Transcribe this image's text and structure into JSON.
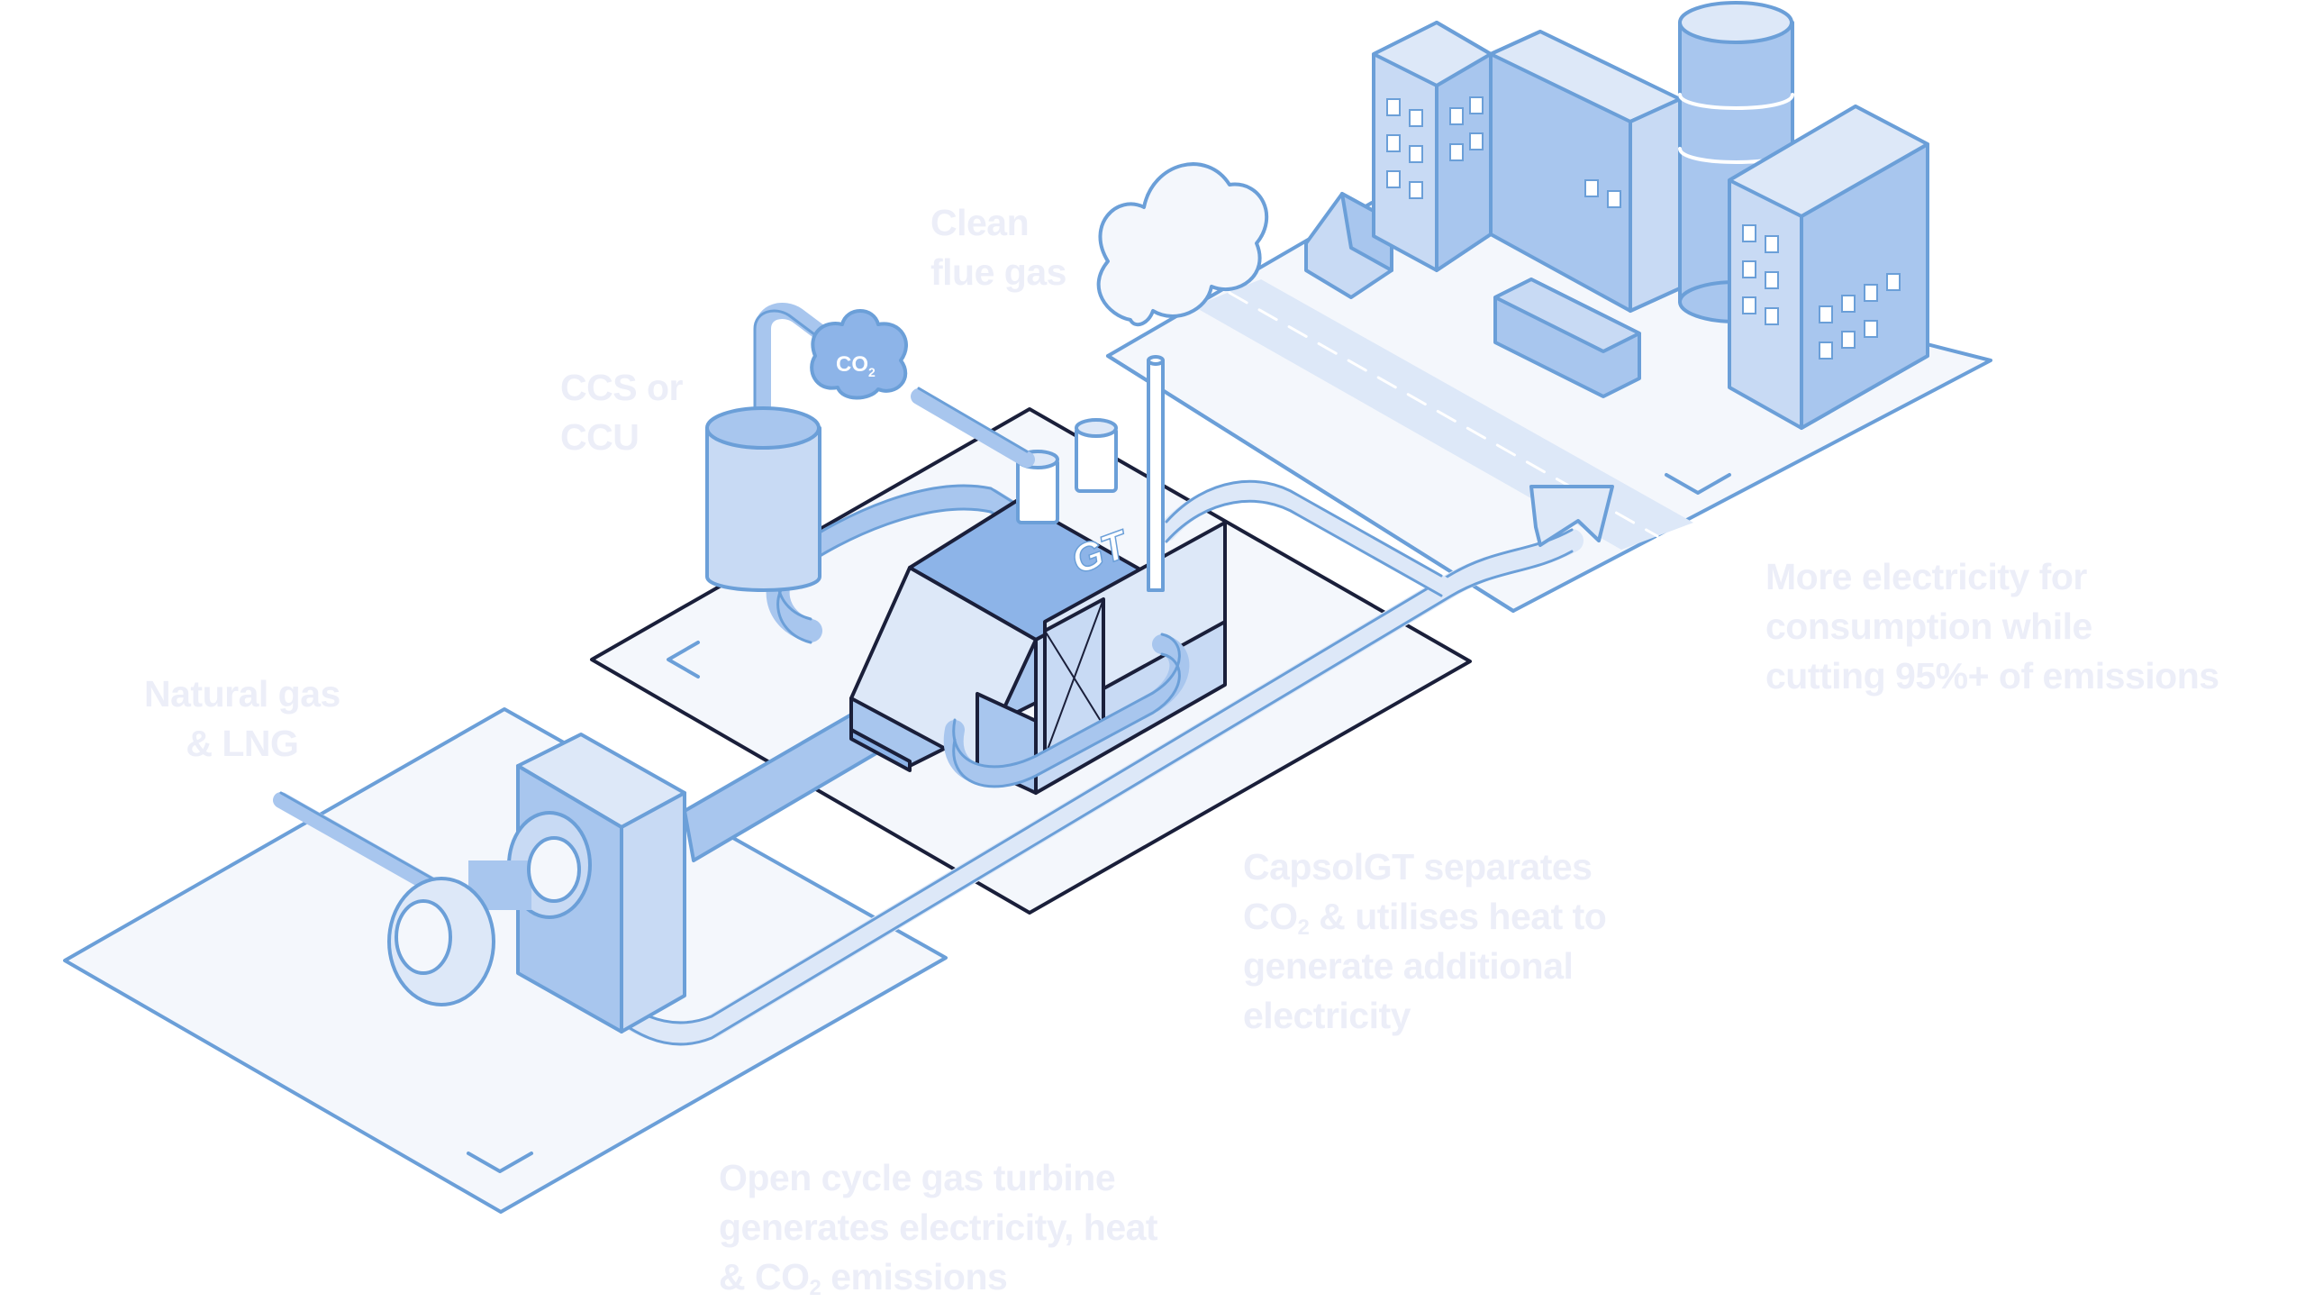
{
  "labels": {
    "natural_gas": [
      "Natural gas",
      "& LNG"
    ],
    "ccs": [
      "CCS or",
      "CCU"
    ],
    "clean_flue_gas": [
      "Clean",
      "flue gas"
    ],
    "co2_bubble": {
      "main": "CO",
      "sub": "2"
    },
    "gt_badge": "GT",
    "more_electricity": [
      "More electricity for",
      "consumption while",
      "cutting 95%+ of emissions"
    ],
    "capsolgt": {
      "line1": "CapsolGT separates",
      "line2_a": "CO",
      "line2_sub": "2",
      "line2_b": " & utilises heat to",
      "line3": "generate additional",
      "line4": "electricity"
    },
    "open_cycle": {
      "line1": "Open cycle gas turbine",
      "line2": "generates electricity, heat",
      "line3_a": "& CO",
      "line3_sub": "2",
      "line3_b": " emissions"
    }
  },
  "colors": {
    "outline": "#6b9fd8",
    "dark_outline": "#1a1f3a",
    "fill_light": "#dde8f8",
    "fill_mid": "#a8c6ee",
    "fill_dark": "#8db4e8",
    "plate": "#f4f7fc",
    "label_text": "#eceef8"
  }
}
